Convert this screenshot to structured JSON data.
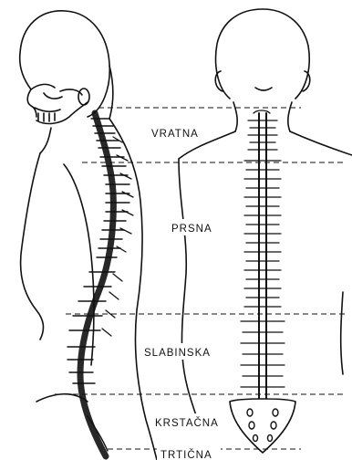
{
  "colors": {
    "ink": "#111111",
    "background": "#ffffff"
  },
  "labels": {
    "cervical": "VRATNA",
    "thoracic": "PRSNA",
    "lumbar": "SLABINSKA",
    "sacral": "KRSTAČNA",
    "coccygeal": "TRTIČNA"
  }
}
